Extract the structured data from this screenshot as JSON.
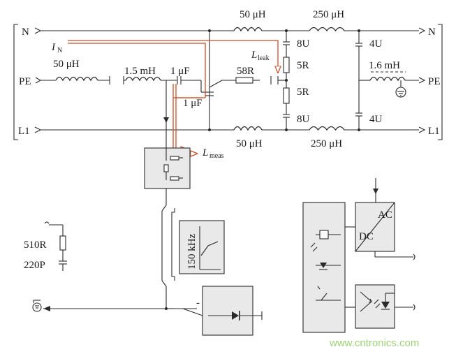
{
  "terminals": {
    "n_left": "N",
    "n_right": "N",
    "pe_left": "PE",
    "pe_right": "PE",
    "l1_left": "L1",
    "l1_right": "L1"
  },
  "currents": {
    "i_n": "I",
    "i_n_sub": "N",
    "l_leak": "L",
    "l_leak_sub": "leak",
    "l_meas": "L",
    "l_meas_sub": "meas"
  },
  "components": {
    "l_pe": "50 μH",
    "l_mid": "1.5 mH",
    "c_top": "1 μF",
    "c_bottom": "1 μF",
    "r_58": "58R",
    "l_n1": "50 μH",
    "l_n2": "250 μH",
    "l_l1_1": "50 μH",
    "l_l1_2": "250 μH",
    "c_8u_top": "8U",
    "c_8u_bottom": "8U",
    "r_5_top": "5R",
    "r_5_bottom": "5R",
    "c_4u_top": "4U",
    "c_4u_bottom": "4U",
    "l_pe_right": "1.6 mH",
    "r_510": "510R",
    "c_220": "220P",
    "filter": "150 kHz",
    "minus": "-",
    "conv_ac": "AC",
    "conv_dc": "DC"
  },
  "watermark": "www.cntronics.com",
  "colors": {
    "line": "#2a2a2a",
    "measure_path": "#c8502a",
    "box_fill": "#e9e9e9",
    "watermark": "#9fd27a"
  }
}
